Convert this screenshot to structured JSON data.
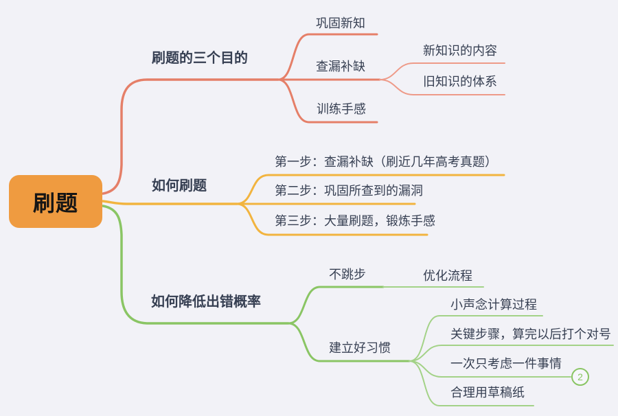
{
  "colors": {
    "bg": "#F2F2F7",
    "branch1": "#E57F68",
    "branch1_light": "#EE9A88",
    "branch2": "#F2B43F",
    "branch3": "#8AC564",
    "branch3_light": "#A3D287",
    "text": "#363F52",
    "root_fill": "#EF9B40",
    "root_text": "#151515"
  },
  "map": {
    "root": {
      "label": "刷题"
    },
    "branches": [
      {
        "label": "刷题的三个目的",
        "children": [
          {
            "label": "巩固新知"
          },
          {
            "label": "查漏补缺",
            "children": [
              {
                "label": "新知识的内容"
              },
              {
                "label": "旧知识的体系"
              }
            ]
          },
          {
            "label": "训练手感"
          }
        ]
      },
      {
        "label": "如何刷题",
        "children": [
          {
            "label": "第一步：查漏补缺（刷近几年高考真题）"
          },
          {
            "label": "第二步：巩固所查到的漏洞"
          },
          {
            "label": "第三步：大量刷题，锻炼手感"
          }
        ]
      },
      {
        "label": "如何降低出错概率",
        "children": [
          {
            "label": "不跳步",
            "children": [
              {
                "label": "优化流程"
              }
            ]
          },
          {
            "label": "建立好习惯",
            "children": [
              {
                "label": "小声念计算过程"
              },
              {
                "label": "关键步骤，算完以后打个对号"
              },
              {
                "label": "一次只考虑一件事情",
                "badge": "2"
              },
              {
                "label": "合理用草稿纸"
              }
            ]
          }
        ]
      }
    ]
  }
}
